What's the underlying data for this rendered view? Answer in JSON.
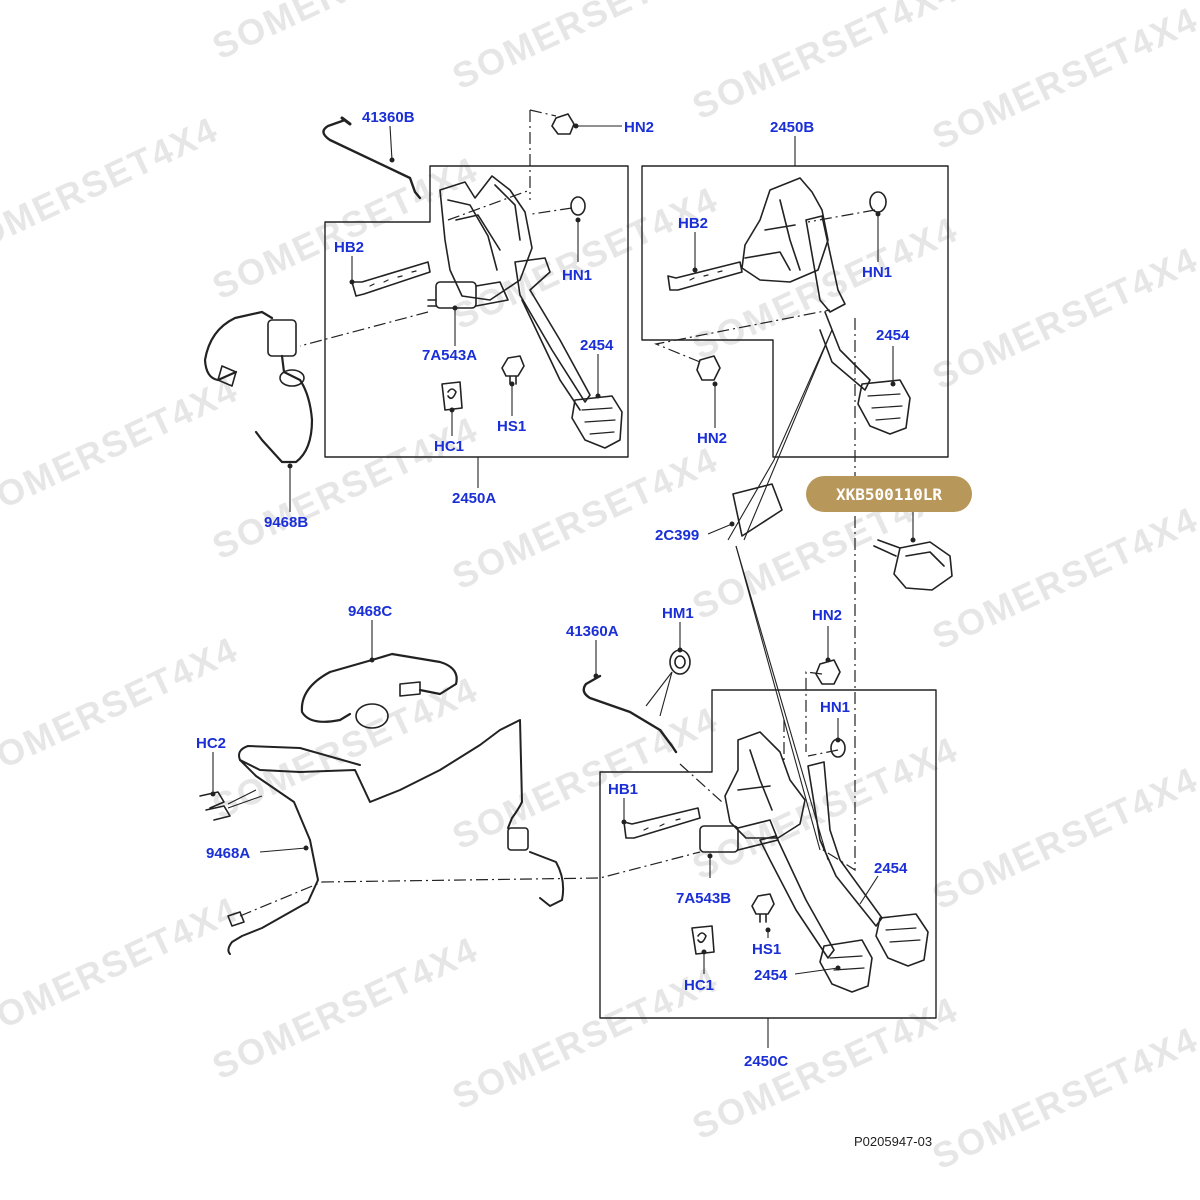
{
  "watermark": "SOMERSET4X4",
  "colors": {
    "label": "#1a2fd6",
    "line": "#222222",
    "highlight_bg": "#b8975a",
    "highlight_text": "#ffffff",
    "watermark": "#e6e6e6"
  },
  "highlight_part": "XKB500110LR",
  "drawing_number": "P0205947-03",
  "labels": {
    "a41360b": "41360B",
    "hn2_top": "HN2",
    "b2450b": "2450B",
    "hb2_left": "HB2",
    "hn1_left": "HN1",
    "hb2_right": "HB2",
    "hn1_right": "HN1",
    "a7a543a": "7A543A",
    "p2454_a": "2454",
    "p2454_b": "2454",
    "hn2_mid": "HN2",
    "hs1_top": "HS1",
    "hc1_top": "HC1",
    "a2450a": "2450A",
    "a9468b": "9468B",
    "c2c399": "2C399",
    "c9468c": "9468C",
    "a41360a": "41360A",
    "hm1": "HM1",
    "hn2_low": "HN2",
    "hn1_low": "HN1",
    "hc2": "HC2",
    "hb1": "HB1",
    "a9468a": "9468A",
    "p2454_c": "2454",
    "a7a543b": "7A543B",
    "hs1_low": "HS1",
    "p2454_d": "2454",
    "hc1_low": "HC1",
    "c2450c": "2450C"
  }
}
